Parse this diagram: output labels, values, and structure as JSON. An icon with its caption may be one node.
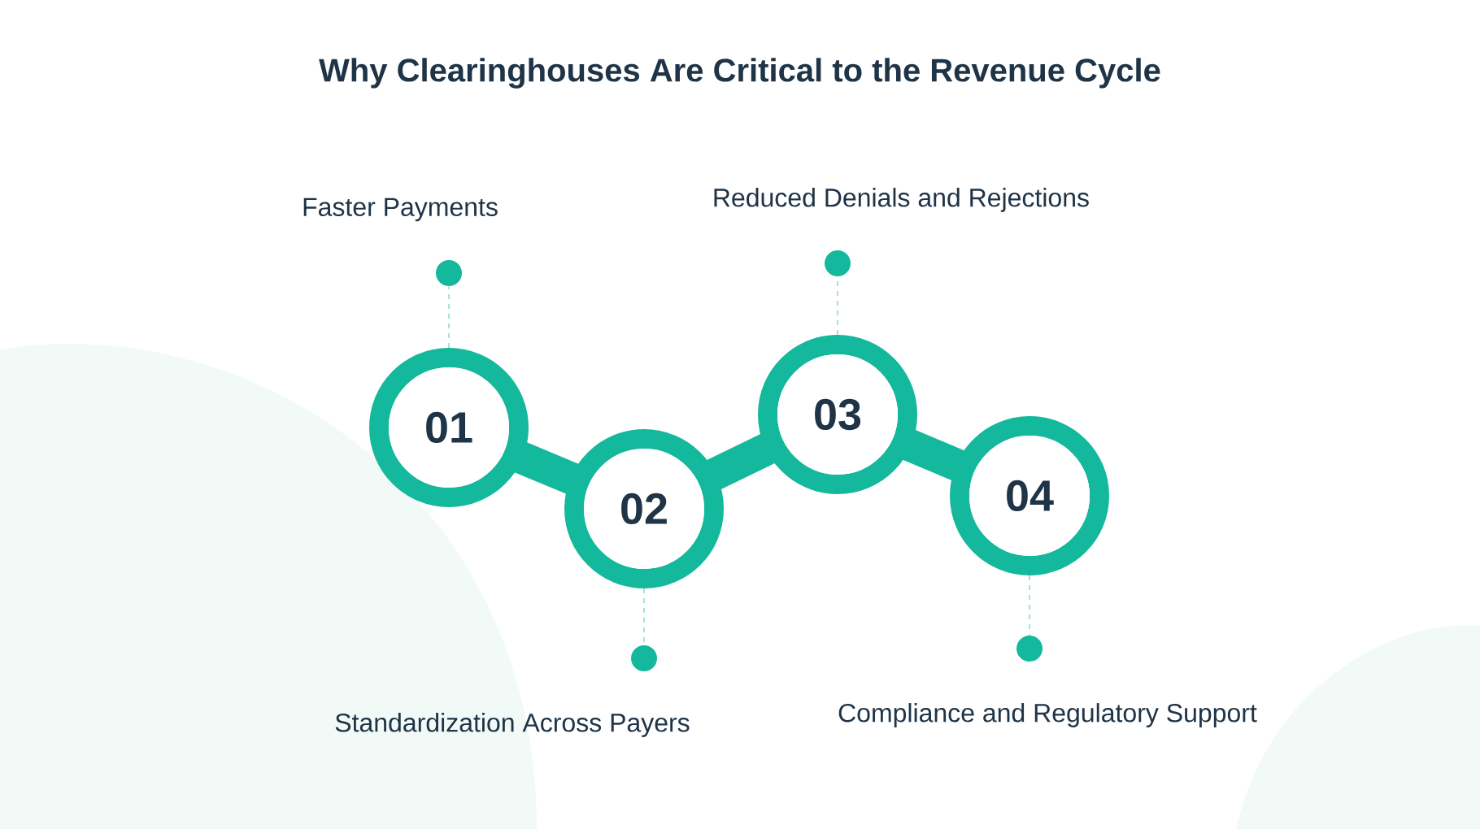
{
  "diagram": {
    "title": "Why Clearinghouses Are Critical to the Revenue Cycle",
    "nodes": [
      {
        "text": [
          "01"
        ]
      },
      {
        "text": [
          "02"
        ]
      },
      {
        "text": [
          "03"
        ]
      },
      {
        "text": [
          "04"
        ]
      },
      {
        "text": [],
        "shape": "circle",
        "beside": [
          "Faster Payments"
        ]
      },
      {
        "text": [],
        "shape": "circle",
        "beside": [
          "Standardization Across Payers"
        ]
      },
      {
        "text": [],
        "shape": "circle",
        "beside": [
          "Reduced Denials and Rejections"
        ]
      },
      {
        "text": [],
        "shape": "circle",
        "beside": [
          "Compliance and Regulatory Support"
        ]
      }
    ],
    "edges": [
      {
        "from": 0,
        "to": 1,
        "arrow": "none",
        "style": "thick",
        "color": "#14b89c"
      },
      {
        "from": 1,
        "to": 2,
        "arrow": "none",
        "style": "thick",
        "color": "#14b89c"
      },
      {
        "from": 2,
        "to": 3,
        "arrow": "none",
        "style": "thick",
        "color": "#14b89c"
      },
      {
        "from": 0,
        "to": 4,
        "arrow": "none",
        "style": "dashed"
      },
      {
        "from": 1,
        "to": 5,
        "arrow": "none",
        "style": "dashed"
      },
      {
        "from": 2,
        "to": 6,
        "arrow": "none",
        "style": "dashed"
      },
      {
        "from": 3,
        "to": 7,
        "arrow": "none",
        "style": "dashed"
      }
    ]
  }
}
